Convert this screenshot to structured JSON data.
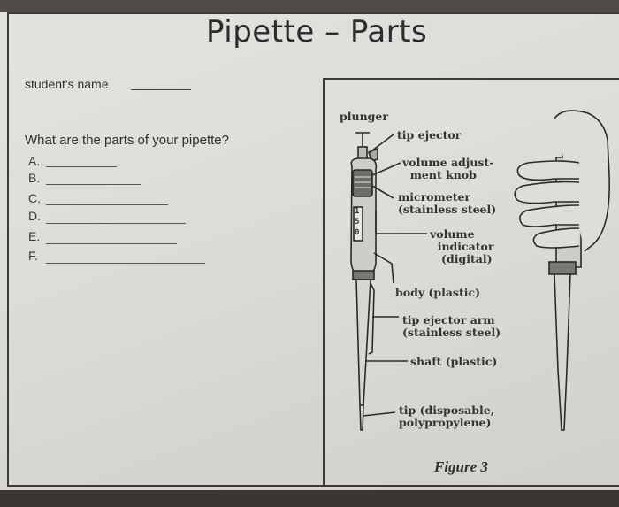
{
  "worksheet": {
    "title": "Pipette – Parts",
    "student_label": "student's name",
    "question": "What are the parts of your pipette?",
    "answers": [
      "A.",
      "B.",
      "C.",
      "D.",
      "E.",
      "F."
    ]
  },
  "figure": {
    "caption": "Figure 3",
    "labels": {
      "plunger": "plunger",
      "tip_ejector": "tip ejector",
      "volume_knob": "volume adjust-\n  ment knob",
      "micrometer": "micrometer\n(stainless steel)",
      "volume_indicator": "volume\n  indicator\n   (digital)",
      "body": "body (plastic)",
      "tip_ejector_arm": "tip ejector arm\n(stainless steel)",
      "shaft": "shaft (plastic)",
      "tip": "tip (disposable,\npolypropylene)"
    },
    "display_digits": [
      "1",
      "5",
      "0"
    ]
  }
}
